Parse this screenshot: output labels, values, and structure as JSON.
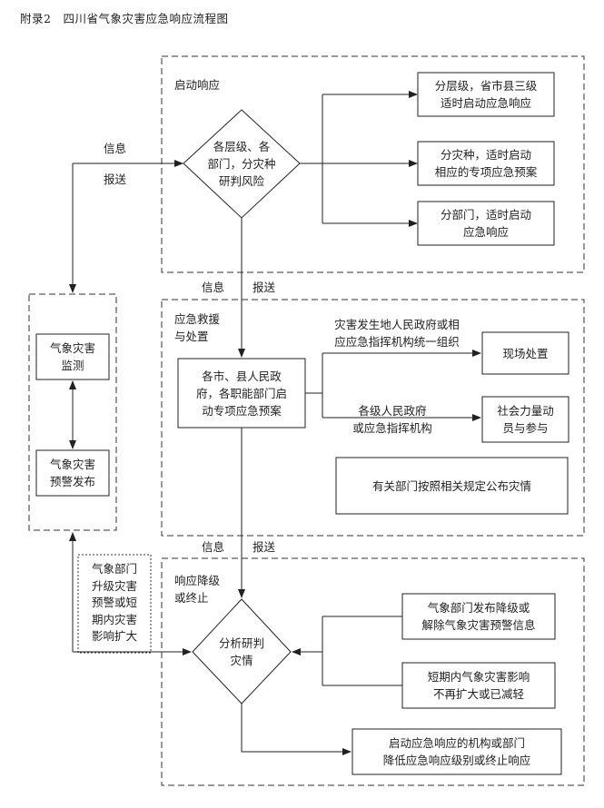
{
  "title": "附录2　四川省气象灾害应急响应流程图",
  "section1": {
    "label": "启动响应",
    "diamond": [
      "各层级、各",
      "部门，分灾种",
      "研判风险"
    ],
    "box1": [
      "分层级，省市县三级",
      "适时启动应急响应"
    ],
    "box2": [
      "分灾种，适时启动",
      "相应的专项应急预案"
    ],
    "box3": [
      "分部门，适时启动",
      "应急响应"
    ]
  },
  "link_info_top": {
    "info": "信息",
    "report": "报送"
  },
  "link_info_mid": {
    "info": "信息",
    "report": "报送"
  },
  "link_info_low": {
    "info": "信息",
    "report": "报送"
  },
  "monitor": {
    "box1": [
      "气象灾害",
      "监测"
    ],
    "box2": [
      "气象灾害",
      "预警发布"
    ]
  },
  "section2": {
    "label": [
      "应急救援",
      "与处置"
    ],
    "main_box": [
      "各市、县人民政",
      "府，各职能部门启",
      "动专项应急预案"
    ],
    "arrow1_label": [
      "灾害发生地人民政府或相",
      "应应急指挥机构统一组织"
    ],
    "arrow2_label": [
      "各级人民政府",
      "或应急指挥机构"
    ],
    "box_site": "现场处置",
    "box_social": [
      "社会力量动",
      "员与参与"
    ],
    "box_publish": "有关部门按照相关规定公布灾情"
  },
  "upgrade_note": [
    "气象部门",
    "升级灾害",
    "预警或短",
    "期内灾害",
    "影响扩大"
  ],
  "section3": {
    "label": [
      "响应降级",
      "或终止"
    ],
    "diamond": [
      "分析研判",
      "灾情"
    ],
    "box1": [
      "气象部门发布降级或",
      "解除气象灾害预警信息"
    ],
    "box2": [
      "短期内气象灾害影响",
      "不再扩大或已减轻"
    ],
    "box3": [
      "启动应急响应的机构或部门",
      "降低应急响应级别或终止响应"
    ]
  }
}
